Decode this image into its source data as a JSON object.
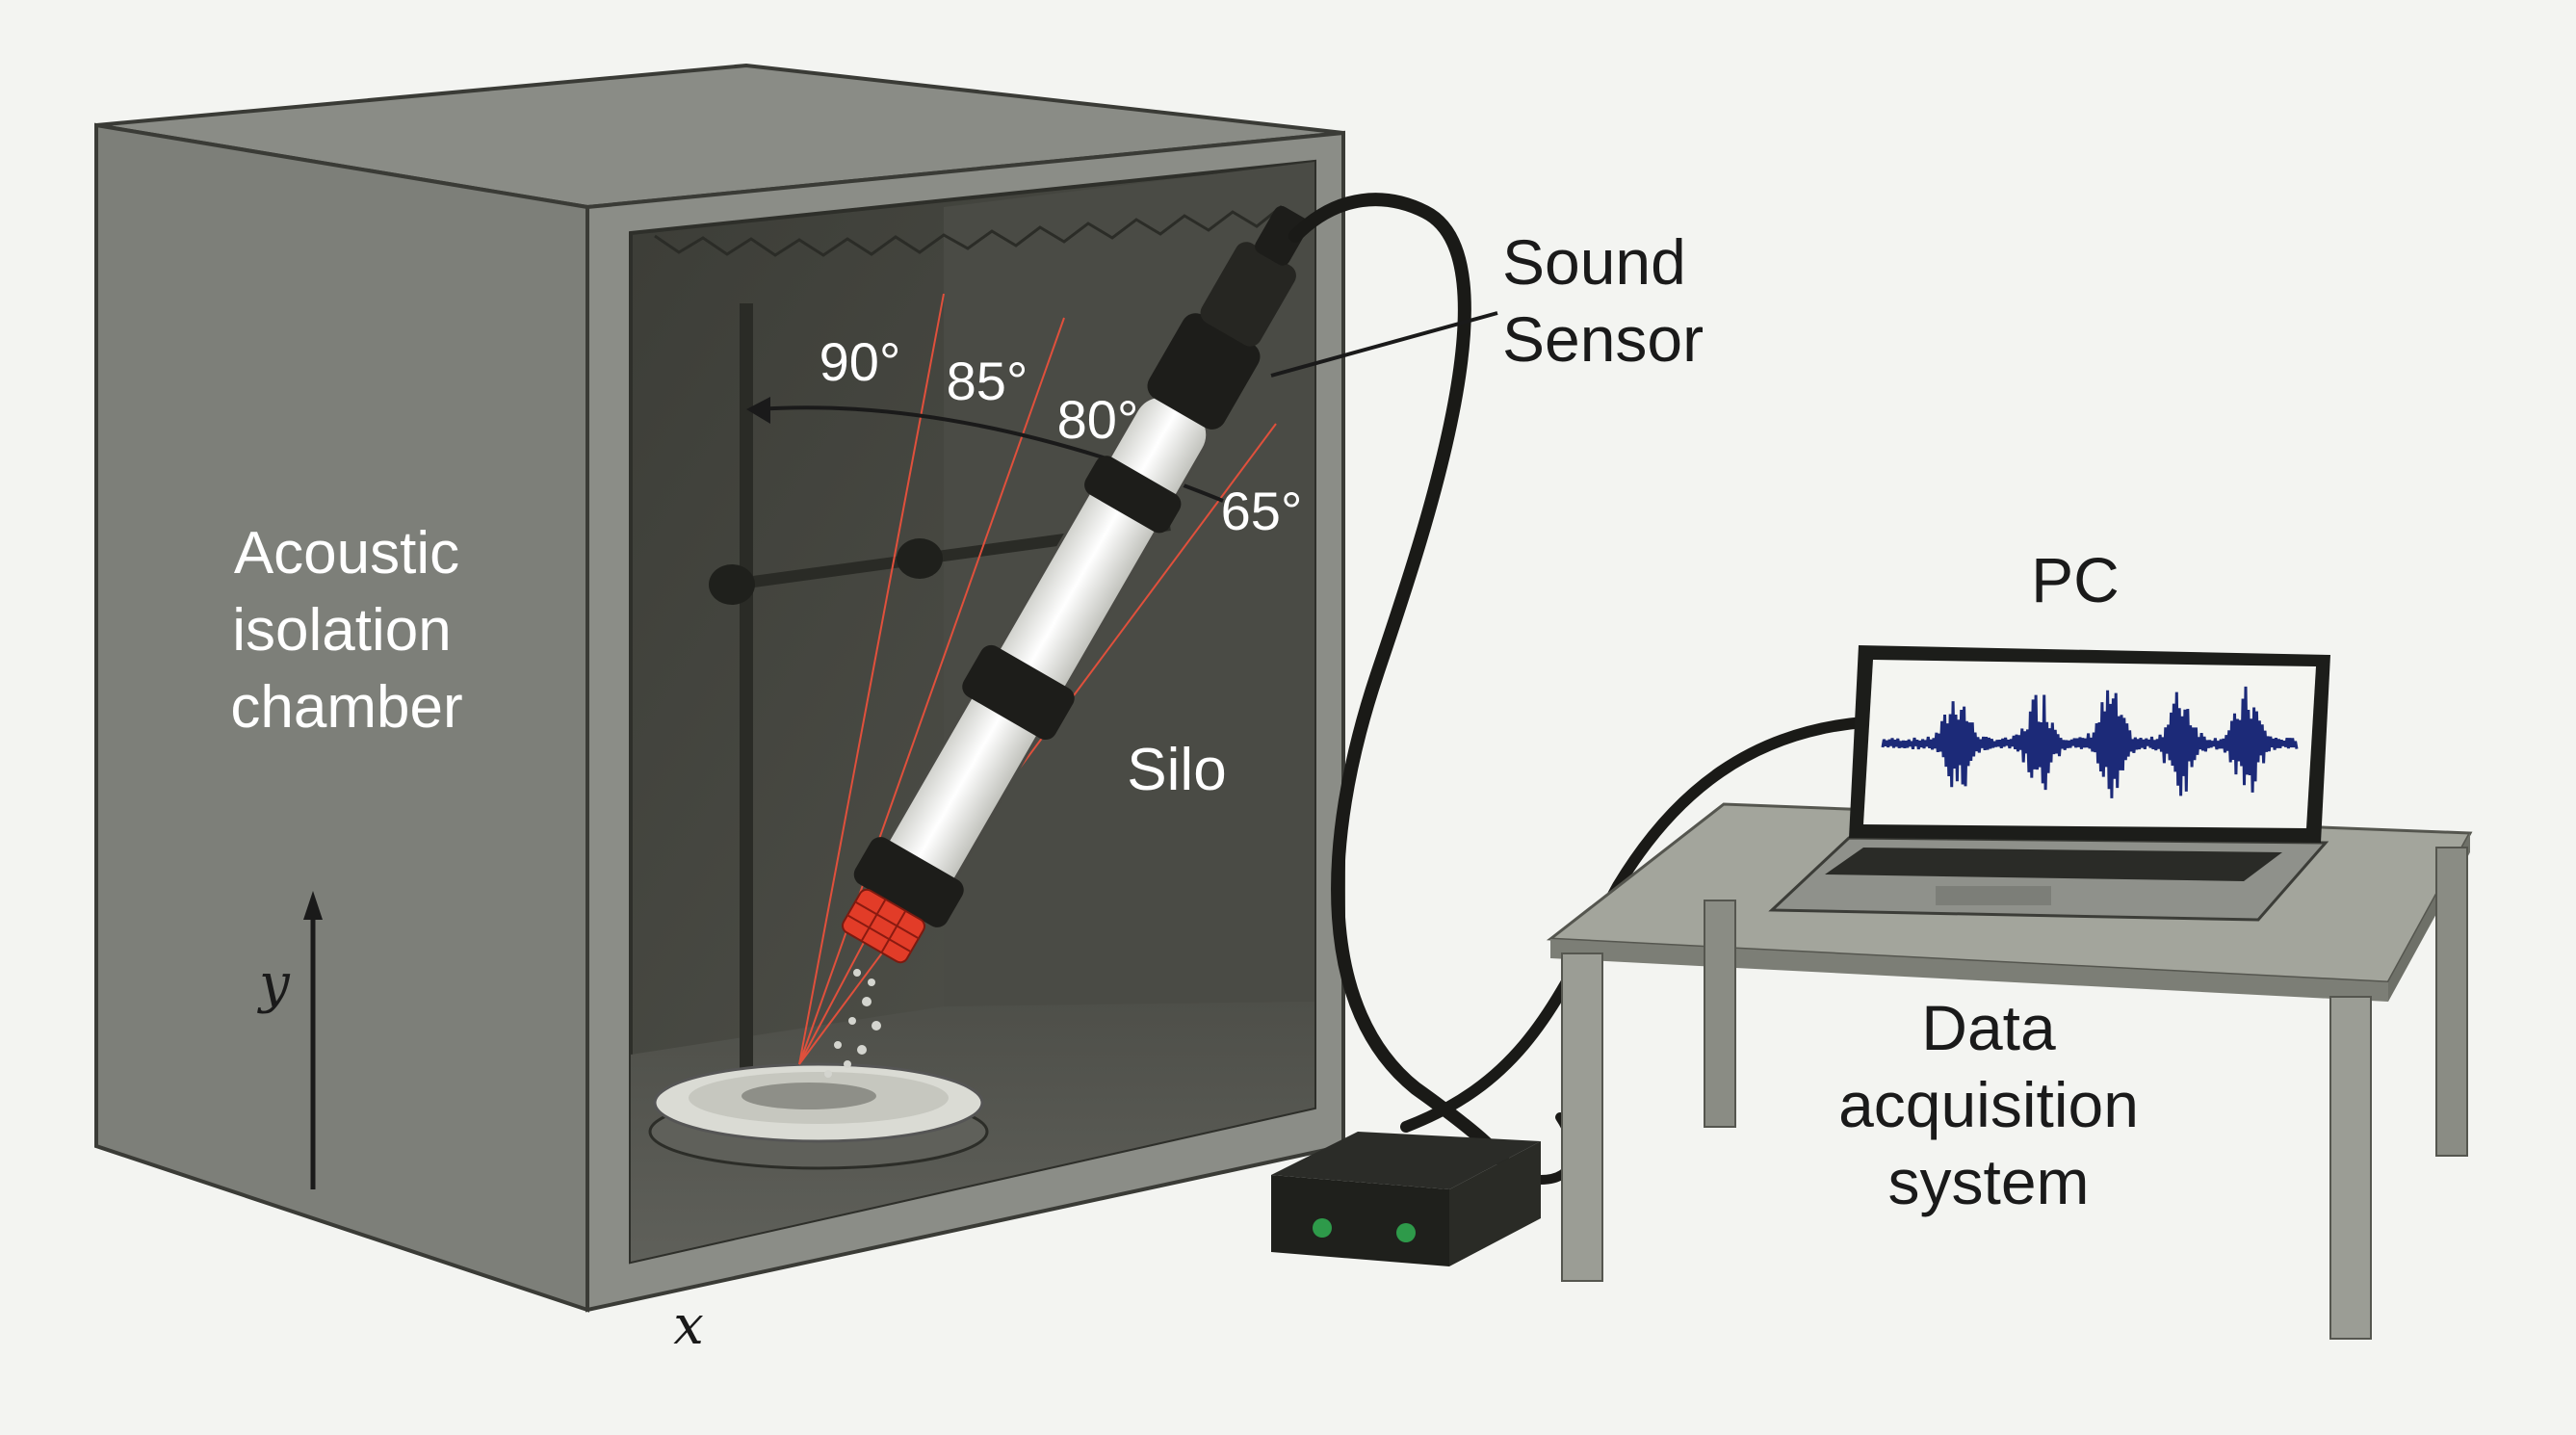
{
  "labels": {
    "chamber_line1": "Acoustic",
    "chamber_line2": "isolation",
    "chamber_line3": "chamber",
    "silo": "Silo",
    "sensor_line1": "Sound",
    "sensor_line2": "Sensor",
    "pc": "PC",
    "daq_line1": "Data",
    "daq_line2": "acquisition",
    "daq_line3": "system",
    "axis_x": "x",
    "axis_y": "y"
  },
  "angles": [
    "90°",
    "85°",
    "80°",
    "65°"
  ],
  "colors": {
    "background": "#f3f4f1",
    "chamber_outer": "#7d7f79",
    "chamber_inner": "#45463f",
    "angle_lines": "#e0503c",
    "waveform": "#1c2a78",
    "table": "#9b9d95",
    "nozzle": "#e23c28"
  },
  "icons": [
    "chamber",
    "silo-tube",
    "sound-sensor",
    "laptop",
    "daq-box",
    "table",
    "retort-stand",
    "sample-dish"
  ]
}
